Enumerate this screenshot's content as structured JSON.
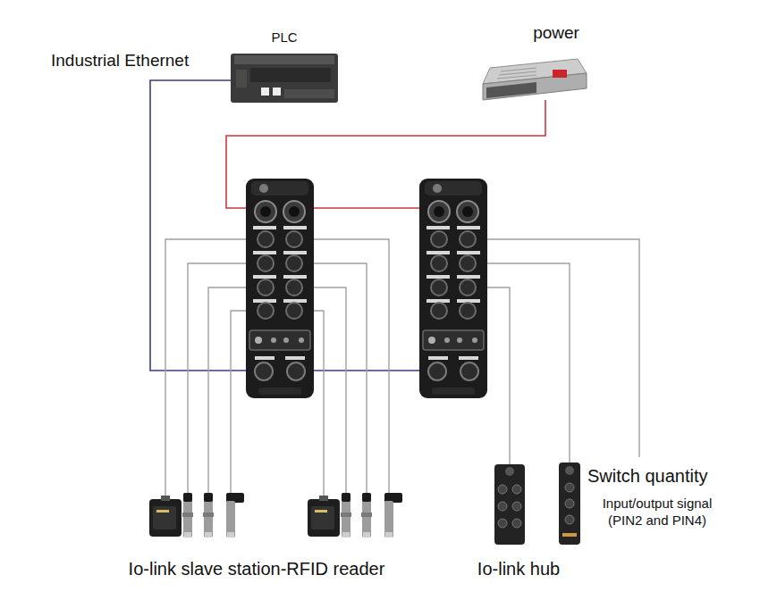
{
  "diagram": {
    "nodes": [
      {
        "text": [
          "PLC"
        ]
      },
      {
        "text": [
          "power"
        ]
      }
    ],
    "labels": [
      "Industrial Ethernet",
      "Io-link slave station-RFID reader",
      "Io-link hub",
      "Switch quantity",
      "Input/output signal (PIN2 and PIN4)"
    ]
  }
}
